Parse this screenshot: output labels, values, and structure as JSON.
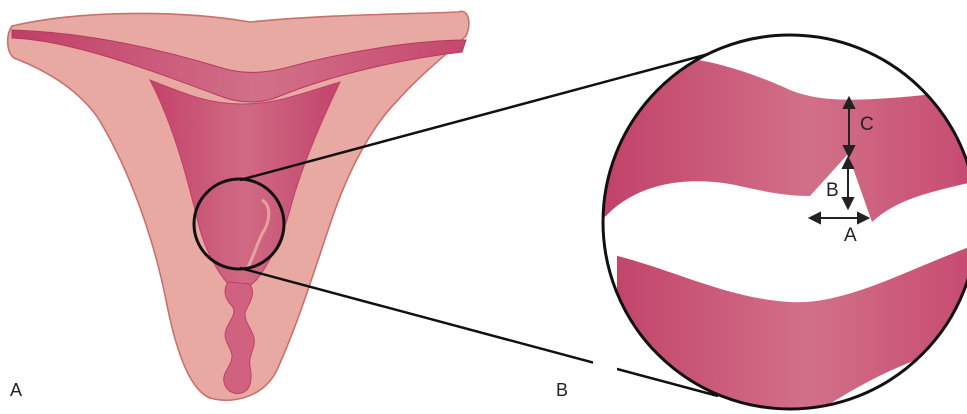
{
  "panels": {
    "left_label": "A",
    "right_label": "B"
  },
  "measurements": {
    "a": "A",
    "b": "B",
    "c": "C"
  },
  "colors": {
    "tissue_outer": "#e8a9a3",
    "tissue_outer_stroke": "#c9706c",
    "cavity": "#cf5e7e",
    "cavity_deep": "#c2446b",
    "outline": "#111111",
    "arrow": "#222222"
  }
}
